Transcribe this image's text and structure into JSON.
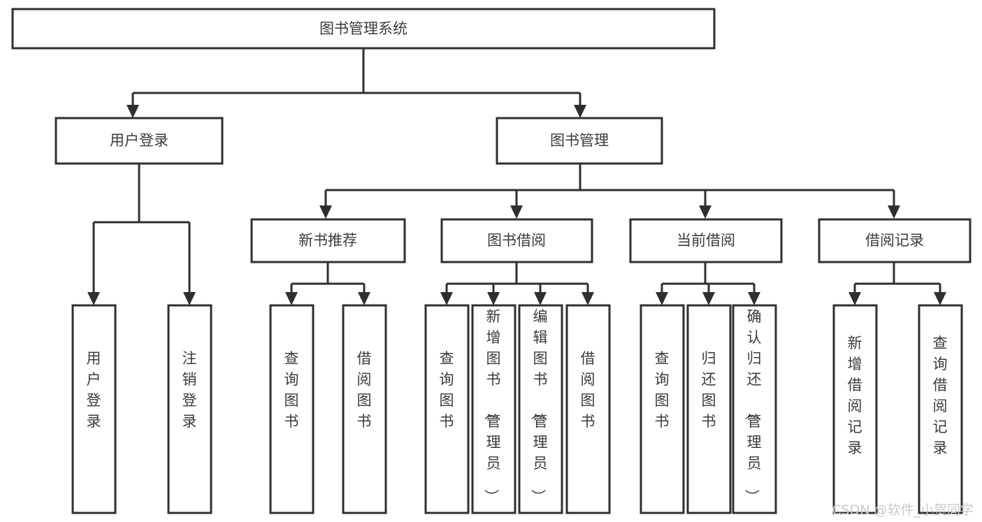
{
  "diagram": {
    "kind": "hierarchy-tree",
    "title": "图书管理系统",
    "colors": {
      "box_stroke": "#2f2f2f",
      "box_fill": "#ffffff",
      "text": "#3b3b3b",
      "connector": "#2f2f2f",
      "watermark": "#c9c9c9",
      "background": "#ffffff"
    },
    "watermark": "CSDN @软件_小贺同学",
    "nodes": {
      "root": {
        "label": "图书管理系统",
        "level": 1,
        "orientation": "horizontal"
      },
      "l2_a": {
        "label": "用户登录",
        "level": 2,
        "orientation": "horizontal"
      },
      "l2_b": {
        "label": "图书管理",
        "level": 2,
        "orientation": "horizontal"
      },
      "l3_a": {
        "label": "新书推荐",
        "level": 3,
        "orientation": "horizontal"
      },
      "l3_b": {
        "label": "图书借阅",
        "level": 3,
        "orientation": "horizontal"
      },
      "l3_c": {
        "label": "当前借阅",
        "level": 3,
        "orientation": "horizontal"
      },
      "l3_d": {
        "label": "借阅记录",
        "level": 3,
        "orientation": "horizontal"
      },
      "leaf_1": {
        "label": "用户登录",
        "level": 4,
        "orientation": "vertical"
      },
      "leaf_2": {
        "label": "注销登录",
        "level": 4,
        "orientation": "vertical"
      },
      "leaf_3": {
        "label": "查询图书",
        "level": 4,
        "orientation": "vertical"
      },
      "leaf_4": {
        "label": "借阅图书",
        "level": 4,
        "orientation": "vertical"
      },
      "leaf_5": {
        "label": "查询图书",
        "level": 4,
        "orientation": "vertical"
      },
      "leaf_6": {
        "label": "新增图书（管理员）",
        "level": 4,
        "orientation": "vertical"
      },
      "leaf_7": {
        "label": "编辑图书（管理员）",
        "level": 4,
        "orientation": "vertical"
      },
      "leaf_8": {
        "label": "借阅图书",
        "level": 4,
        "orientation": "vertical"
      },
      "leaf_9": {
        "label": "查询图书",
        "level": 4,
        "orientation": "vertical"
      },
      "leaf_10": {
        "label": "归还图书",
        "level": 4,
        "orientation": "vertical"
      },
      "leaf_11": {
        "label": "确认归还（管理员）",
        "level": 4,
        "orientation": "vertical"
      },
      "leaf_12": {
        "label": "新增借阅记录",
        "level": 4,
        "orientation": "vertical"
      },
      "leaf_13": {
        "label": "查询借阅记录",
        "level": 4,
        "orientation": "vertical"
      }
    },
    "edges": [
      {
        "from": "root",
        "to": "l2_a"
      },
      {
        "from": "root",
        "to": "l2_b"
      },
      {
        "from": "l2_b",
        "to": "l3_a"
      },
      {
        "from": "l2_b",
        "to": "l3_b"
      },
      {
        "from": "l2_b",
        "to": "l3_c"
      },
      {
        "from": "l2_b",
        "to": "l3_d"
      },
      {
        "from": "l2_a",
        "to": "leaf_1"
      },
      {
        "from": "l2_a",
        "to": "leaf_2"
      },
      {
        "from": "l3_a",
        "to": "leaf_3"
      },
      {
        "from": "l3_a",
        "to": "leaf_4"
      },
      {
        "from": "l3_b",
        "to": "leaf_5"
      },
      {
        "from": "l3_b",
        "to": "leaf_6"
      },
      {
        "from": "l3_b",
        "to": "leaf_7"
      },
      {
        "from": "l3_b",
        "to": "leaf_8"
      },
      {
        "from": "l3_c",
        "to": "leaf_9"
      },
      {
        "from": "l3_c",
        "to": "leaf_10"
      },
      {
        "from": "l3_c",
        "to": "leaf_11"
      },
      {
        "from": "l3_d",
        "to": "leaf_12"
      },
      {
        "from": "l3_d",
        "to": "leaf_13"
      }
    ]
  }
}
